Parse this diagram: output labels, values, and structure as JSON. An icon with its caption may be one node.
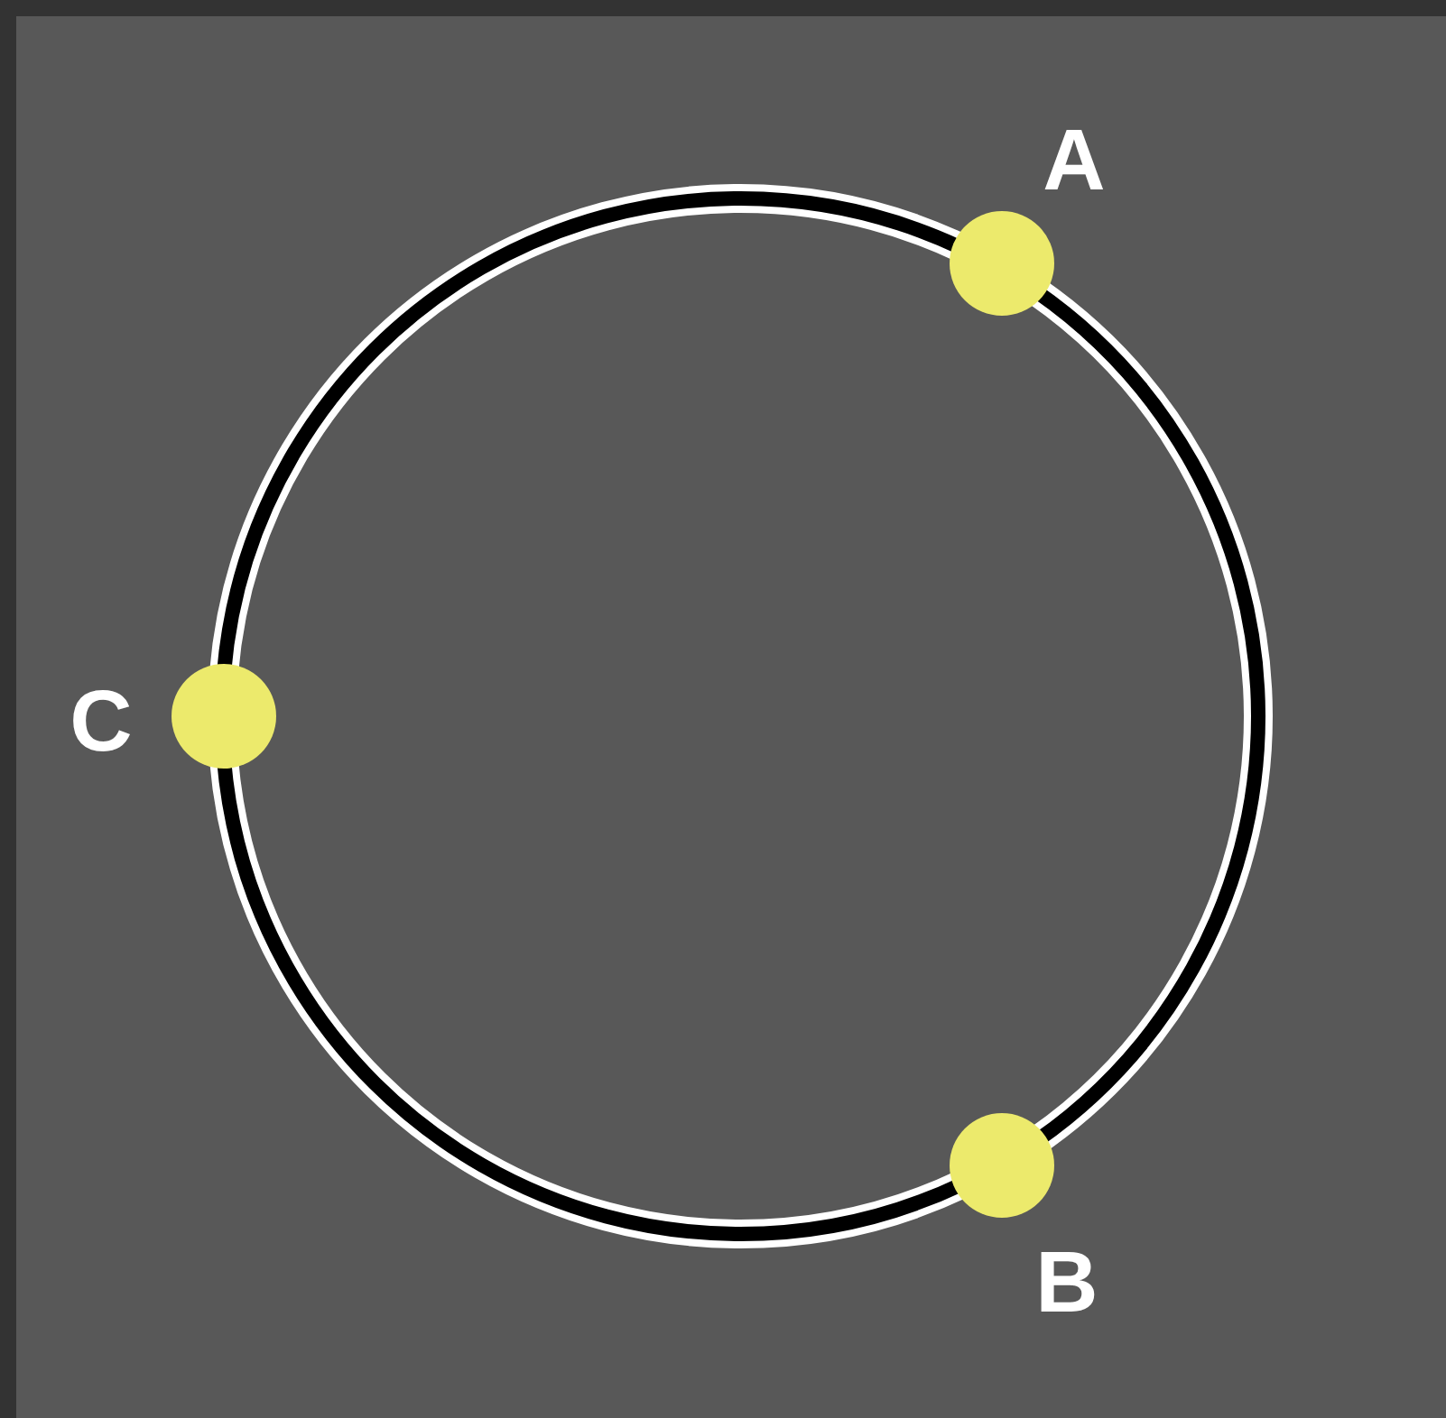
{
  "diagram": {
    "nodes": [
      {
        "text": [
          "A"
        ]
      },
      {
        "text": [
          "B"
        ]
      },
      {
        "text": [
          "C"
        ]
      }
    ],
    "edges": [
      {
        "from": 0,
        "to": 1,
        "arrow": "none"
      },
      {
        "from": 1,
        "to": 2,
        "arrow": "none"
      },
      {
        "from": 2,
        "to": 0,
        "arrow": "none"
      }
    ]
  }
}
